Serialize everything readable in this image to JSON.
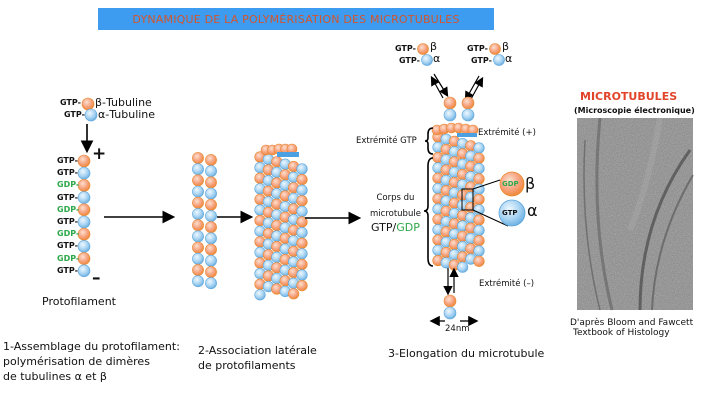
{
  "title": "DYNAMIQUE DE LA POLYMÉRISATION DES MICROTUBULES",
  "colors": {
    "title_bg": "#3d9cf0",
    "title_text": "#d2552e",
    "beta_tubulin": "#f6a27f",
    "alpha_tubulin": "#a9d4f2",
    "gdp_green": "#2ea84a",
    "em_title": "#e2442a"
  },
  "step1": {
    "legend": {
      "beta_prefix": "GTP-",
      "beta_label": "β-Tubuline",
      "alpha_prefix": "GTP-",
      "alpha_label": "α-Tubuline"
    },
    "plus_sign": "+",
    "minus_sign": "–",
    "protofilament_labels": [
      "GTP-",
      "GTP-",
      "GDP-",
      "GTP-",
      "GDP-",
      "GTP-",
      "GDP-",
      "GTP-",
      "GDP-",
      "GTP-"
    ],
    "protofilament_label_types": [
      "gtp",
      "gtp",
      "gdp",
      "gtp",
      "gdp",
      "gtp",
      "gdp",
      "gtp",
      "gdp",
      "gtp"
    ],
    "name": "Protofilament",
    "caption_lines": [
      "1-Assemblage du protofilament:",
      "polymérisation de dimères",
      "de tubulines α et β"
    ]
  },
  "step2": {
    "caption_lines": [
      "2-Association latérale",
      "de protofilaments"
    ]
  },
  "step3": {
    "free_dimers": [
      {
        "beta_prefix": "GTP-",
        "beta_symbol": "β",
        "alpha_prefix": "GTP-",
        "alpha_symbol": "α"
      },
      {
        "beta_prefix": "GTP-",
        "beta_symbol": "β",
        "alpha_prefix": "GTP-",
        "alpha_symbol": "α"
      }
    ],
    "gtp_cap_label": "Extrémité GTP",
    "plus_end_label": "Extrémité (+)",
    "body_label_lines": [
      "Corps du",
      "microtubule"
    ],
    "body_gtp": "GTP/",
    "body_gdp": "GDP",
    "minus_end_label": "Extrémité (–)",
    "detail_beta_nucleotide": "GDP",
    "detail_beta_symbol": "β",
    "detail_alpha_nucleotide": "GTP",
    "detail_alpha_symbol": "α",
    "diameter_label": "24nm",
    "caption": "3-Elongation du microtubule"
  },
  "micrograph": {
    "title": "MICROTUBULES",
    "subtitle": "(Microscopie électronique)",
    "credit_lines": [
      "D'après Bloom and Fawcett",
      "Textbook of Histology"
    ]
  }
}
